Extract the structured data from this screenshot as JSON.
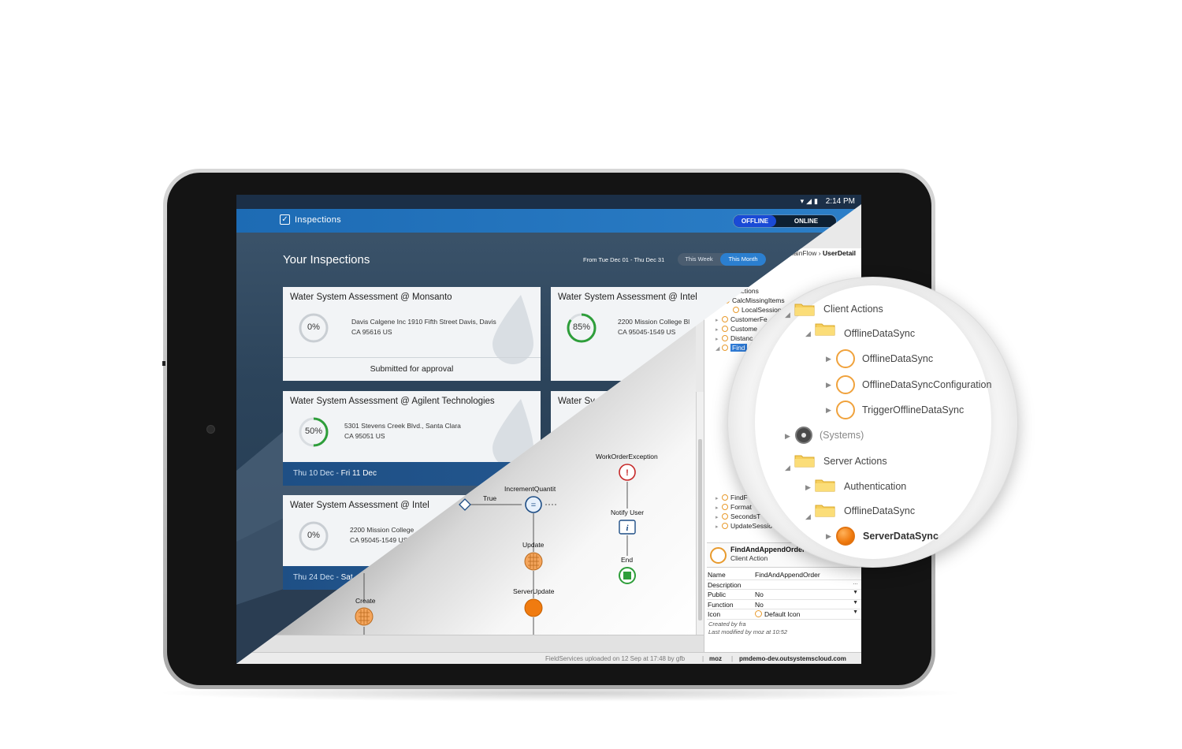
{
  "status_bar": {
    "time": "2:14 PM"
  },
  "app": {
    "title": "Inspections",
    "mode_offline": "OFFLINE",
    "mode_online": "ONLINE",
    "heading": "Your Inspections",
    "date_range": "From Tue Dec 01 - Thu Dec 31",
    "filter_week": "This Week",
    "filter_month": "This Month",
    "cards": [
      {
        "title": "Water System Assessment @ Monsanto",
        "progress": "0%",
        "address1": "Davis Calgene Inc 1910 Fifth Street Davis, Davis",
        "address2": "CA 95616 US",
        "footer": "Submitted for approval"
      },
      {
        "title": "Water System Assessment @ Intel",
        "progress": "85%",
        "address1": "2200 Mission College Bl",
        "address2": "CA 95045-1549 US"
      },
      {
        "title": "Water System Assessment @ Agilent Technologies",
        "progress": "50%",
        "address1": "5301 Stevens Creek Blvd., Santa Clara",
        "address2": "CA 95051 US"
      },
      {
        "title": "Water Sy"
      },
      {
        "title": "Water System Assessment @ Intel",
        "progress": "0%",
        "address1": "2200 Mission College",
        "address2": "CA 95045-1549 US"
      }
    ],
    "date_band_1": {
      "from": "Thu 10 Dec",
      "sep": " - ",
      "to": "Fri 11 Dec"
    },
    "date_band_2": {
      "from": "Thu 24 Dec",
      "sep": " - ",
      "to": "Sat"
    }
  },
  "ide": {
    "breadcrumb_parent": "MainFlow",
    "breadcrumb_sep": "›",
    "breadcrumb_current": "UserDetail",
    "flow": {
      "work_order_exception": "WorkOrderException",
      "increment_quantity": "IncrementQuantit",
      "true_label": "True",
      "notify_user": "Notify User",
      "update": "Update",
      "end": "End",
      "server_update": "ServerUpdate",
      "create": "Create"
    },
    "tree": [
      "nt Actions",
      "CalcMissingItems",
      "LocalSession",
      "CustomerFe",
      "Custome",
      "Distanc",
      "Find",
      "FindF",
      "Format",
      "SecondsT",
      "UpdateSessio"
    ],
    "properties": {
      "element_name": "FindAndAppendOrder",
      "element_type": "Client Action",
      "rows": [
        {
          "key": "Name",
          "value": "FindAndAppendOrder"
        },
        {
          "key": "Description",
          "value": ""
        },
        {
          "key": "Public",
          "value": "No"
        },
        {
          "key": "Function",
          "value": "No"
        },
        {
          "key": "Icon",
          "value": "Default Icon"
        }
      ],
      "created_by": "Created by fra",
      "modified_by": "Last modified by moz at 10:52"
    },
    "footer": {
      "upload_info": "FieldServices uploaded on 12 Sep at 17:48 by gfb",
      "user": "moz",
      "server": "pmdemo-dev.outsystemscloud.com"
    }
  },
  "magnifier": {
    "client_actions": "Client Actions",
    "offline_data_sync_folder": "OfflineDataSync",
    "offline_data_sync": "OfflineDataSync",
    "offline_data_sync_config": "OfflineDataSyncConfiguration",
    "trigger_offline_data_sync": "TriggerOfflineDataSync",
    "systems": "(Systems)",
    "server_actions": "Server Actions",
    "authentication": "Authentication",
    "offline_data_sync_folder_2": "OfflineDataSync",
    "server_data_sync": "ServerDataSync"
  },
  "colors": {
    "app_blue": "#2c7fc8",
    "offline_active": "#1a4ad6",
    "progress_green": "#2e9e3a",
    "action_orange": "#f07b10",
    "selection_blue": "#2f7bd6"
  }
}
